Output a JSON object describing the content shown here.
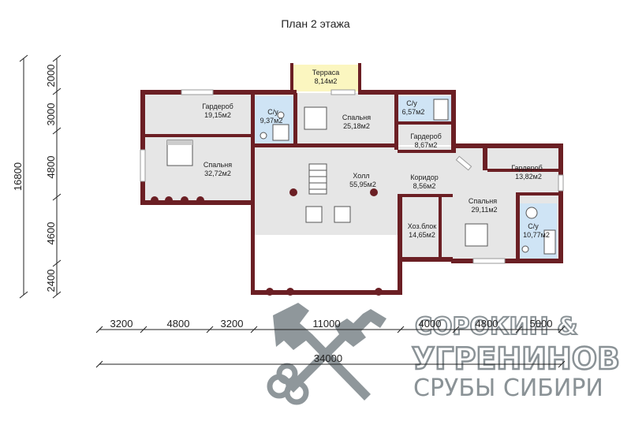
{
  "title": "План 2 этажа",
  "rooms": {
    "terrace": {
      "name": "Терраса",
      "area": "8,14м2"
    },
    "wardrobe1": {
      "name": "Гардероб",
      "area": "19,15м2"
    },
    "bath1": {
      "name": "С/у",
      "area": "9,37м2"
    },
    "bedroom1": {
      "name": "Спальня",
      "area": "25,18м2"
    },
    "bath2": {
      "name": "С/у",
      "area": "6,57м2"
    },
    "wardrobe2": {
      "name": "Гардероб",
      "area": "8,67м2"
    },
    "bedroom2": {
      "name": "Спальня",
      "area": "32,72м2"
    },
    "hall": {
      "name": "Холл",
      "area": "55,95м2"
    },
    "corridor": {
      "name": "Коридор",
      "area": "8,56м2"
    },
    "utility": {
      "name": "Хоз.блок",
      "area": "14,65м2"
    },
    "bedroom3": {
      "name": "Спальня",
      "area": "29,11м2"
    },
    "wardrobe3": {
      "name": "Гардероб",
      "area": "13,82м2"
    },
    "bath3": {
      "name": "С/у",
      "area": "10,77м2"
    }
  },
  "dims_vertical": {
    "total": "16800",
    "parts": [
      "2000",
      "3000",
      "4800",
      "4600",
      "2400"
    ]
  },
  "dims_horizontal": {
    "parts": [
      "3200",
      "4800",
      "3200",
      "11000",
      "4000",
      "4800",
      "5000"
    ],
    "total": "34000"
  },
  "logo": {
    "line1": "СОРОКИН &",
    "line2": "УГРЕНИНОВ",
    "line3": "СРУБЫ СИБИРИ"
  },
  "colors": {
    "wall": "#6b1f24",
    "floor": "#e6e6e6",
    "bath": "#cfe4f5",
    "terrace": "#fbf6c0",
    "logo": "#8a9296"
  }
}
